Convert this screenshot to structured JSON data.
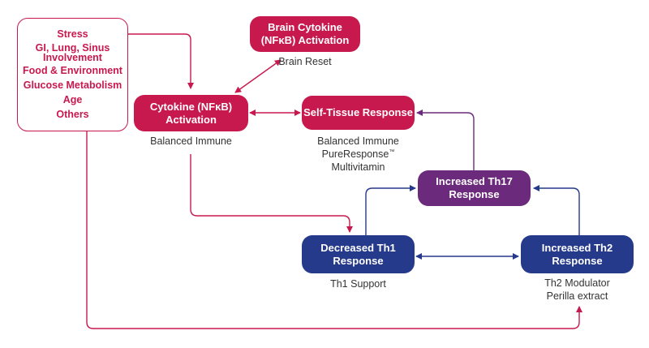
{
  "colors": {
    "magenta": "#c8194f",
    "navy": "#263a8c",
    "purple": "#6b2a7b",
    "caption_text": "#333333"
  },
  "factors": {
    "items": [
      "Stress",
      "GI, Lung, Sinus Involvement",
      "Food & Environment",
      "Glucose Metabolism",
      "Age",
      "Others"
    ]
  },
  "nodes": {
    "brain_cytokine": {
      "line1": "Brain Cytokine",
      "line2": "(NFκB) Activation"
    },
    "cytokine": {
      "line1": "Cytokine (NFκB)",
      "line2": "Activation"
    },
    "self_tissue": {
      "label": "Self-Tissue Response"
    },
    "th17": {
      "line1": "Increased Th17",
      "line2": "Response"
    },
    "th1": {
      "line1": "Decreased Th1",
      "line2": "Response"
    },
    "th2": {
      "line1": "Increased Th2",
      "line2": "Response"
    }
  },
  "captions": {
    "brain_reset": "Brain Reset",
    "cytokine_support": "Balanced Immune",
    "self_tissue_support": [
      "Balanced Immune",
      "PureResponse",
      "Multivitamin"
    ],
    "self_tissue_tm": "™",
    "th1_support": "Th1 Support",
    "th2_support": [
      "Th2 Modulator",
      "Perilla extract"
    ]
  }
}
